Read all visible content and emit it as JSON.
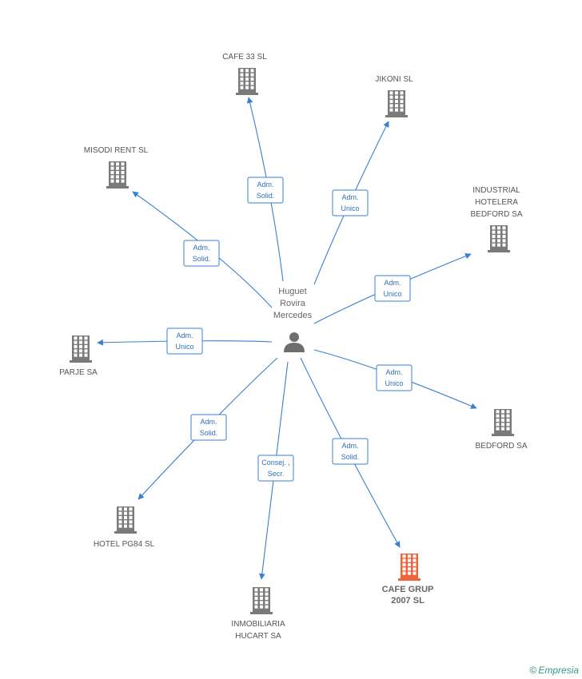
{
  "center": {
    "name_lines": [
      "Huguet",
      "Rovira",
      "Mercedes"
    ],
    "icon": "person-icon"
  },
  "nodes": [
    {
      "id": "cafe33",
      "lines": [
        "CAFE 33 SL"
      ],
      "highlight": false,
      "icon": "building-icon"
    },
    {
      "id": "jikoni",
      "lines": [
        "JIKONI SL"
      ],
      "highlight": false,
      "icon": "building-icon"
    },
    {
      "id": "misodi",
      "lines": [
        "MISODI RENT SL"
      ],
      "highlight": false,
      "icon": "building-icon"
    },
    {
      "id": "industrial",
      "lines": [
        "INDUSTRIAL",
        "HOTELERA",
        "BEDFORD SA"
      ],
      "highlight": false,
      "icon": "building-icon"
    },
    {
      "id": "parje",
      "lines": [
        "PARJE SA"
      ],
      "highlight": false,
      "icon": "building-icon"
    },
    {
      "id": "bedford",
      "lines": [
        "BEDFORD SA"
      ],
      "highlight": false,
      "icon": "building-icon"
    },
    {
      "id": "hotelpg84",
      "lines": [
        "HOTEL PG84 SL"
      ],
      "highlight": false,
      "icon": "building-icon"
    },
    {
      "id": "inmobiliaria",
      "lines": [
        "INMOBILIARIA",
        "HUCART SA"
      ],
      "highlight": false,
      "icon": "building-icon"
    },
    {
      "id": "cafegrup",
      "lines": [
        "CAFE GRUP",
        "2007 SL"
      ],
      "highlight": true,
      "icon": "building-icon"
    }
  ],
  "relations": [
    {
      "to": "cafe33",
      "lines": [
        "Adm.",
        "Solid."
      ]
    },
    {
      "to": "jikoni",
      "lines": [
        "Adm.",
        "Unico"
      ]
    },
    {
      "to": "misodi",
      "lines": [
        "Adm.",
        "Solid."
      ]
    },
    {
      "to": "industrial",
      "lines": [
        "Adm.",
        "Unico"
      ]
    },
    {
      "to": "parje",
      "lines": [
        "Adm.",
        "Unico"
      ]
    },
    {
      "to": "bedford",
      "lines": [
        "Adm.",
        "Unico"
      ]
    },
    {
      "to": "hotelpg84",
      "lines": [
        "Adm.",
        "Solid."
      ]
    },
    {
      "to": "inmobiliaria",
      "lines": [
        "Consej. ,",
        "Secr."
      ]
    },
    {
      "to": "cafegrup",
      "lines": [
        "Adm.",
        "Solid."
      ]
    }
  ],
  "colors": {
    "edge": "#3a7fd0",
    "building": "#7a7a7a",
    "highlight": "#f0643c",
    "person": "#6e6e6e"
  },
  "brand": {
    "copyright": "©",
    "name": "Empresia"
  }
}
